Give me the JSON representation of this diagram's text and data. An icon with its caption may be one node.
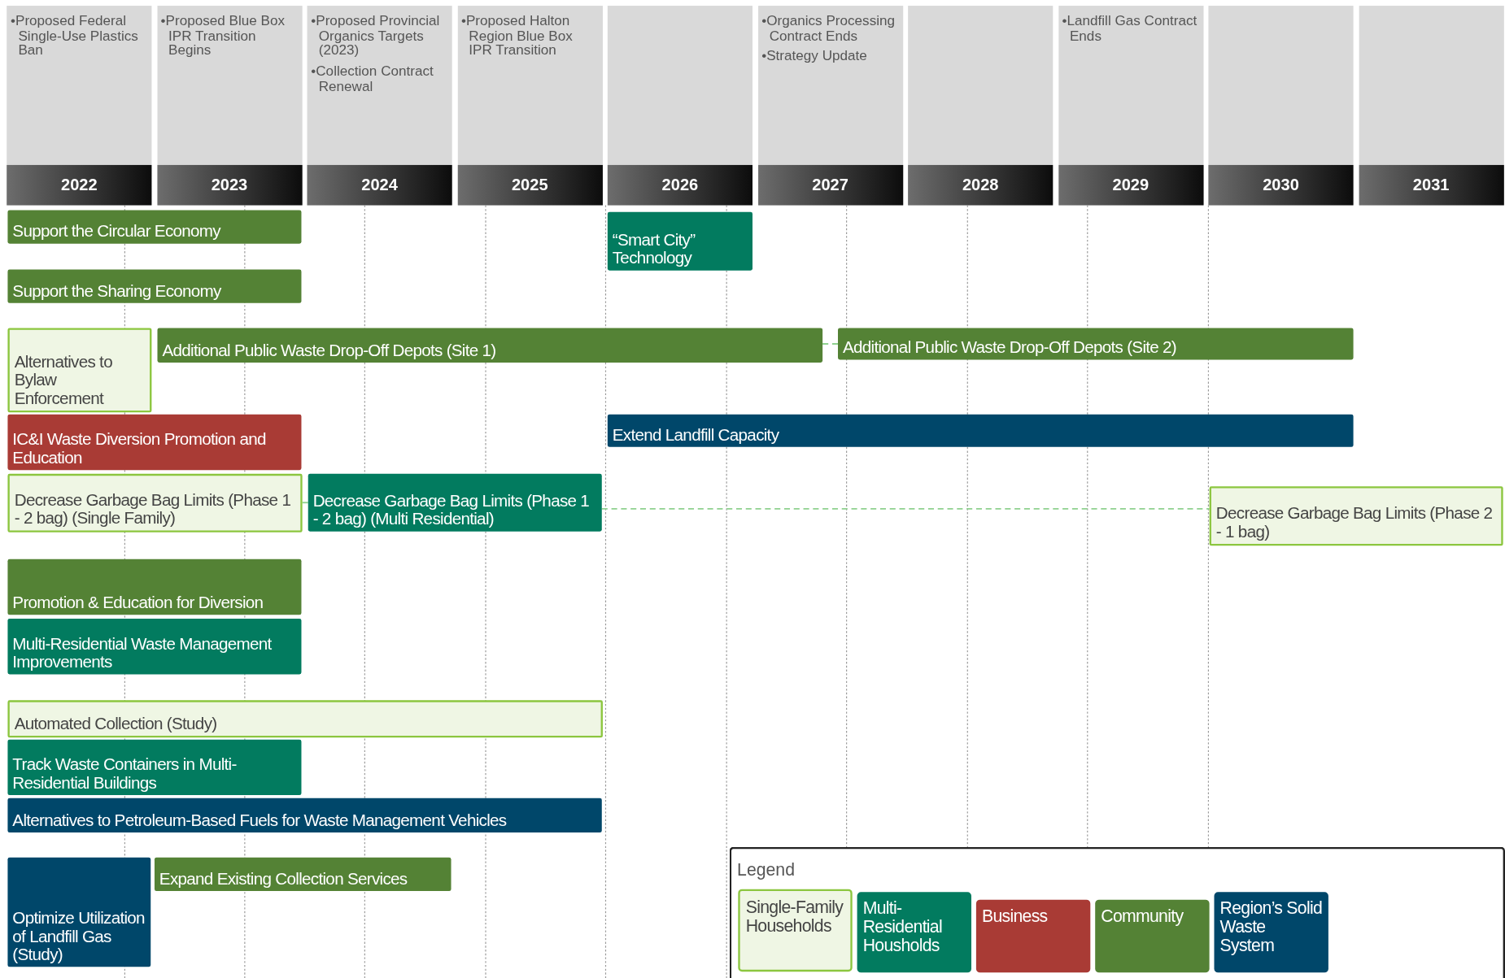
{
  "diagram": {
    "nodes": [
      {
        "text": [
          "•Proposed Federal Single-Use Plastics Ban",
          "2022"
        ]
      },
      {
        "text": [
          "•Proposed Blue Box IPR Transition Begins",
          "2023"
        ]
      },
      {
        "text": [
          "•Proposed Provincial Organics Targets (2023)",
          "•Collection Contract Renewal",
          "2024"
        ]
      },
      {
        "text": [
          "•Proposed Halton Region Blue Box IPR Transition",
          "2025"
        ]
      },
      {
        "text": [
          "2026"
        ]
      },
      {
        "text": [
          "•Organics Processing Contract Ends",
          "•Strategy Update",
          "2027"
        ]
      },
      {
        "text": [
          "2028"
        ]
      },
      {
        "text": [
          "•Landfill Gas Contract Ends",
          "2029"
        ]
      },
      {
        "text": [
          "2030"
        ]
      },
      {
        "text": [
          "2031"
        ]
      },
      {
        "text": [
          "Support the Circular Economy"
        ]
      },
      {
        "text": [
          "“Smart City” Technology"
        ]
      },
      {
        "text": [
          "Support the Sharing Economy"
        ]
      },
      {
        "text": [
          "Alternatives to Bylaw Enforcement"
        ]
      },
      {
        "text": [
          "Additional Public Waste Drop-Off Depots (Site 1)"
        ]
      },
      {
        "text": [
          "Additional Public Waste Drop-Off Depots (Site 2)"
        ]
      },
      {
        "text": [
          "IC&I Waste Diversion Promotion and Education"
        ]
      },
      {
        "text": [
          "Extend Landfill Capacity"
        ]
      },
      {
        "text": [
          "Decrease Garbage Bag Limits (Phase 1 - 2 bag) (Single Family)"
        ]
      },
      {
        "text": [
          "Decrease Garbage Bag Limits (Phase 1 - 2 bag) (Multi Residential)"
        ]
      },
      {
        "text": [
          "Decrease Garbage Bag Limits (Phase 2 - 1 bag)"
        ]
      },
      {
        "text": [
          "Promotion & Education for Diversion"
        ]
      },
      {
        "text": [
          "Multi-Residential Waste Management Improvements"
        ]
      },
      {
        "text": [
          "Automated Collection (Study)"
        ]
      },
      {
        "text": [
          "Track Waste Containers in Multi-Residential Buildings"
        ]
      },
      {
        "text": [
          "Alternatives to Petroleum-Based Fuels for Waste Management Vehicles"
        ]
      },
      {
        "text": [
          "Optimize Utilization of Landfill Gas (Study)"
        ]
      },
      {
        "text": [
          "Expand Existing Collection Services"
        ]
      }
    ],
    "edges": [
      {
        "from": 14,
        "to": 15,
        "arrow": "none",
        "style": "dashed"
      },
      {
        "from": 18,
        "to": 19,
        "arrow": "none",
        "style": "dashed"
      },
      {
        "from": 19,
        "to": 20,
        "arrow": "none",
        "style": "dashed"
      }
    ],
    "labels": [
      "Legend"
    ],
    "legend": [
      {
        "text": "Single-Family Households",
        "color": "#eff6e4"
      },
      {
        "text": "Multi-Residential Housholds",
        "color": "#027b5f"
      },
      {
        "text": "Business",
        "color": "#a93b35"
      },
      {
        "text": "Community",
        "color": "#548235"
      },
      {
        "text": "Region’s Solid Waste System",
        "color": "#00476a"
      }
    ]
  }
}
